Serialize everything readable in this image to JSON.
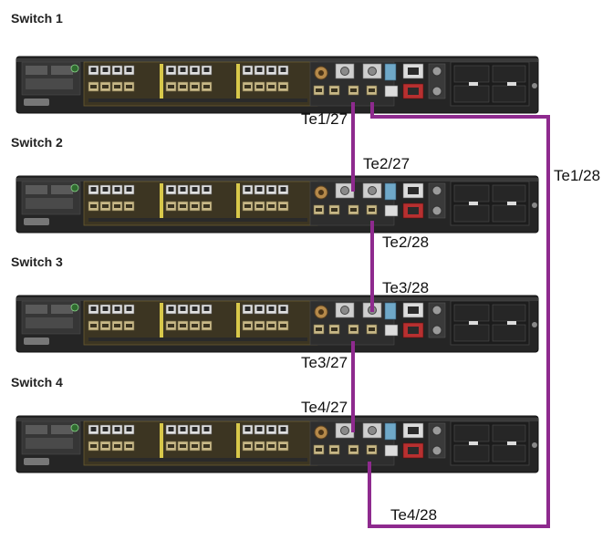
{
  "switches": [
    {
      "name": "Switch 1"
    },
    {
      "name": "Switch 2"
    },
    {
      "name": "Switch 3"
    },
    {
      "name": "Switch 4"
    }
  ],
  "port_labels": {
    "sw1_te27": "Te1/27",
    "sw1_te28": "Te1/28",
    "sw2_te27": "Te2/27",
    "sw2_te28": "Te2/28",
    "sw3_te28": "Te3/28",
    "sw3_te27": "Te3/27",
    "sw4_te27": "Te4/27",
    "sw4_te28": "Te4/28"
  },
  "colors": {
    "cable": "#8e2a8e",
    "chassis": "#2a2a2a",
    "rj45_port": "#d9d9d9",
    "sfp_cage": "#b8a878",
    "accent_yellow": "#d8c84a",
    "red_port": "#b83030",
    "blue_port": "#6fa8c8"
  }
}
